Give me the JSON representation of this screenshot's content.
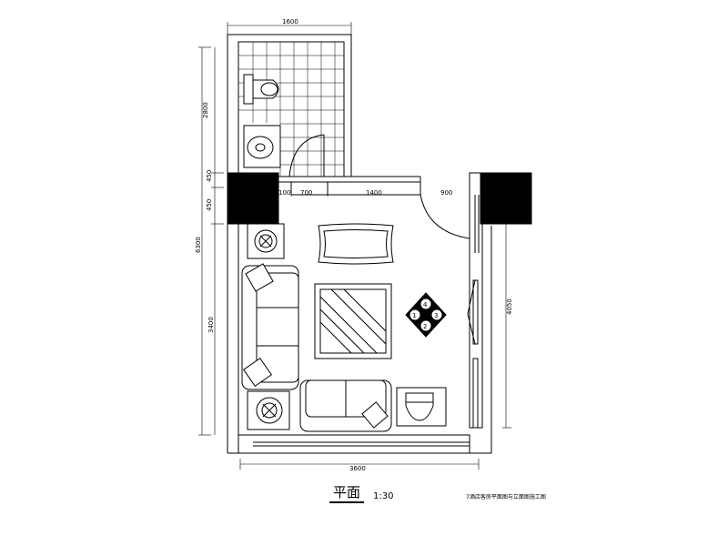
{
  "drawing": {
    "title": "平面",
    "scale": "1:30",
    "caption": "7酒店客房平面图与立面图施工图"
  },
  "dimensions": {
    "top_bath_width": "1600",
    "bath_height": "2800",
    "wall_segment_a": "450",
    "wall_segment_b": "450",
    "left_total": "6300",
    "left_lower": "3400",
    "right_height": "4050",
    "bottom_width": "3600",
    "front_a": "100",
    "front_b": "700",
    "front_c": "1400",
    "front_d": "900"
  },
  "tea_table": {
    "numbers": [
      "1",
      "2",
      "3",
      "4"
    ]
  },
  "colors": {
    "line": "#000000",
    "column_fill": "#000000",
    "background": "#ffffff"
  }
}
